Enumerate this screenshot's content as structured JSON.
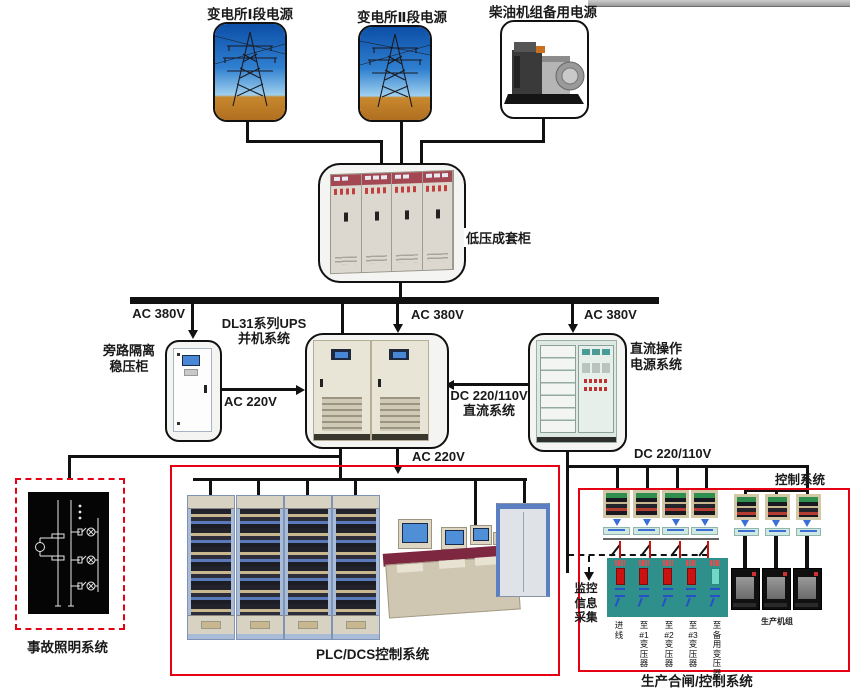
{
  "colors": {
    "line": "#111111",
    "red_border": "#e60014",
    "panel_teal": "#2f8f8b"
  },
  "sources": {
    "s1": "变电所Ⅰ段电源",
    "s2": "变电所Ⅱ段电源",
    "s3": "柴油机组备用电源"
  },
  "lv_cabinet_label": "低压成套柜",
  "voltages": {
    "ac380_left": "AC 380V",
    "ac380_mid": "AC 380V",
    "ac380_right": "AC 380V",
    "ac220_bypass": "AC 220V",
    "ac220_ups_out": "AC 220V",
    "dc_bus": "DC 220/110V"
  },
  "ups_title": {
    "line1": "DL31系列UPS",
    "line2": "并机系统"
  },
  "bypass": {
    "line1": "旁路隔离",
    "line2": "稳压柜"
  },
  "dc_operation": {
    "line1": "直流操作",
    "line2": "电源系统"
  },
  "dc_to_ups": {
    "line1": "DC 220/110V",
    "line2": "直流系统"
  },
  "emergency_label": "事故照明系统",
  "plc_label": "PLC/DCS控制系统",
  "production": {
    "control": "控制系统",
    "monitor": [
      "监控",
      "信息",
      "采集"
    ],
    "bays": [
      "进线",
      "至#1变压器",
      "至#2变压器",
      "至#3变压器",
      "至备用变压器"
    ],
    "machines": "生产机组",
    "title": "生产合闸/控制系统"
  }
}
